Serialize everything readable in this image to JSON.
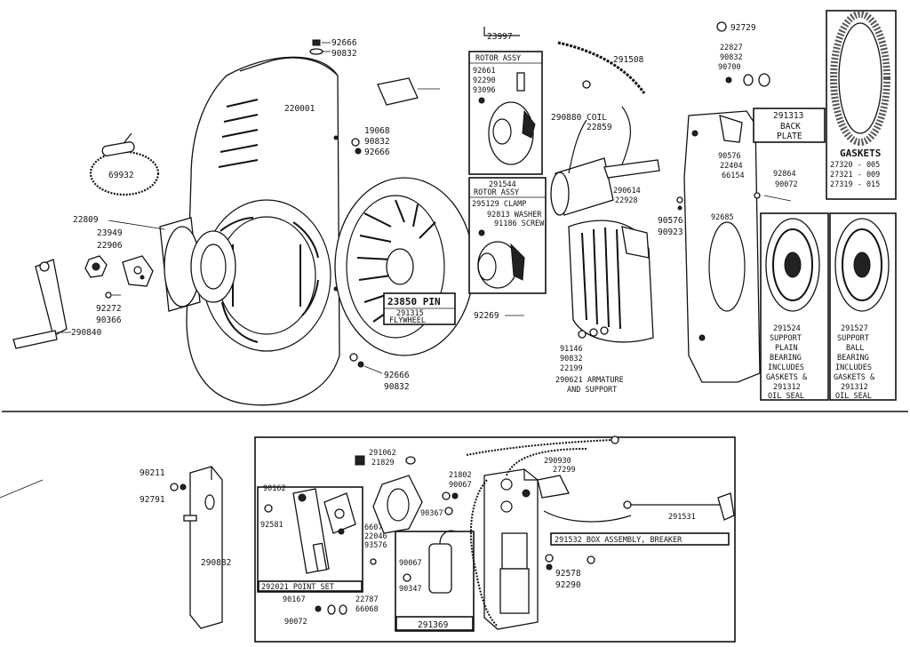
{
  "parts": {
    "p92666_top": "92666",
    "p90832_top": "90832",
    "p220001": "220001",
    "p69932": "69932",
    "p22809": "22809",
    "p23949": "23949",
    "p22906": "22906",
    "p92272": "92272",
    "p90366": "90366",
    "p290840": "290840",
    "p19068": "19068",
    "p90832_mid": "90832",
    "p92666_mid": "92666",
    "p23850": "23850 PIN",
    "p291315": "291315",
    "flywheel": "FLYWHEEL",
    "p92666_bot": "92666",
    "p90832_bot": "90832",
    "p23997": "23997",
    "rotor_assy_title": "ROTOR ASSY",
    "p92661": "92661",
    "p92290_rotor": "92290",
    "p93096": "93096",
    "p291544": "291544",
    "rotor_assy2": "ROTOR ASSY",
    "p295129_clamp": "295129 CLAMP",
    "p92813_washer": "92813 WASHER",
    "p91186_screw": "91186 SCREW",
    "p92269": "92269",
    "p291508": "291508",
    "p290880_coil": "290880 COIL",
    "p22859": "22859",
    "p290614": "290614",
    "p22928": "22928",
    "p91146": "91146",
    "p90832_arm": "90832",
    "p22199": "22199",
    "p290621": "290621 ARMATURE",
    "and_support": "AND SUPPORT",
    "p92729": "92729",
    "p22827": "22827",
    "p90832_right": "90832",
    "p90700": "90700",
    "p291313": "291313",
    "back": "BACK",
    "plate": "PLATE",
    "p90576_a": "90576",
    "p22404": "22404",
    "p66154": "66154",
    "p92864": "92864",
    "p90072_right": "90072",
    "p92685": "92685",
    "p90576_b": "90576",
    "p90923": "90923",
    "gaskets": "GASKETS",
    "g1": "27320 - 005",
    "g2": "27321 - 009",
    "g3": "27319 - 015",
    "s1_num": "291524",
    "s1_l1": "SUPPORT",
    "s1_l2": "PLAIN",
    "s1_l3": "BEARING",
    "s1_l4": "INCLUDES",
    "s1_l5": "GASKETS &",
    "s1_l6": "291312",
    "s1_l7": "OIL SEAL",
    "s2_num": "291527",
    "s2_l1": "SUPPORT",
    "s2_l2": "BALL",
    "s2_l3": "BEARING",
    "s2_l4": "INCLUDES",
    "s2_l5": "GASKETS &",
    "s2_l6": "291312",
    "s2_l7": "OIL SEAL",
    "p90211": "90211",
    "p92791": "92791",
    "p290882": "290882",
    "p291062": "291062",
    "p21829": "21829",
    "p90162": "90162",
    "p92581": "92581",
    "p66078": "66078",
    "p22046": "22046",
    "p93576": "93576",
    "p292021": "292021 POINT SET",
    "p90167": "90167",
    "p22787": "22787",
    "p66068": "66068",
    "p90072_bot": "90072",
    "p90067": "90067",
    "p90347": "90347",
    "p291369": "291369",
    "p21802": "21802",
    "p90067_b": "90067",
    "p90367": "90367",
    "p290930": "290930",
    "p27299": "27299",
    "p291531": "291531",
    "p291532": "291532 BOX ASSEMBLY, BREAKER",
    "p92578": "92578",
    "p92290_bot": "92290"
  }
}
